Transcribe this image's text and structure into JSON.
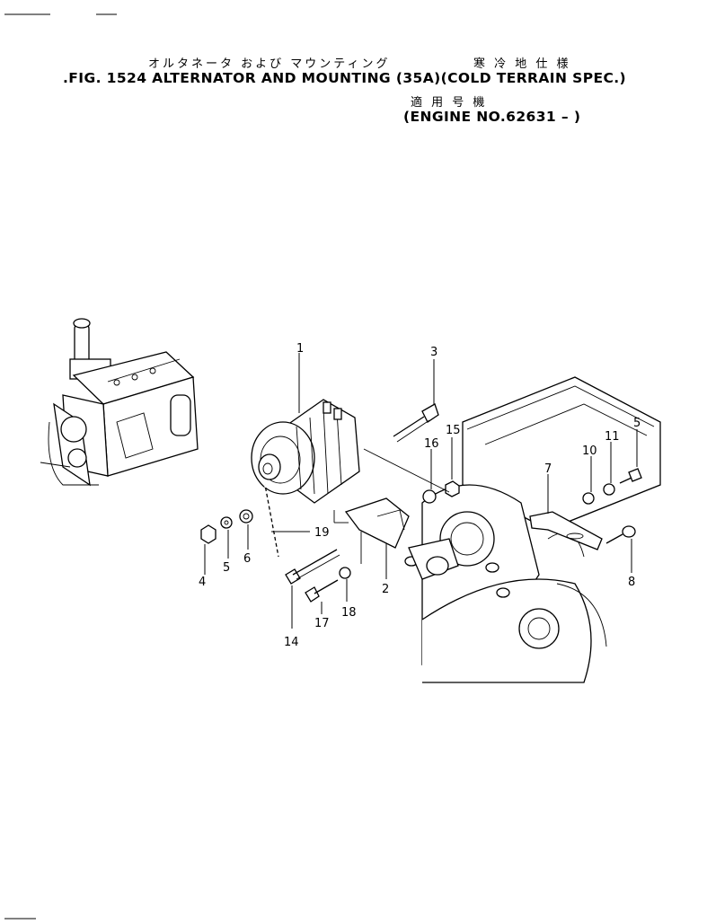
{
  "header": {
    "title_jp": "オルタネータ および マウンティング",
    "spec_jp": "寒 冷 地 仕 様",
    "title_en": ".FIG. 1524 ALTERNATOR AND MOUNTING (35A)(COLD TERRAIN SPEC.)",
    "applicable_jp": "適 用 号 機",
    "engine_no": "(ENGINE NO.62631 – )"
  },
  "callouts": {
    "c1": "1",
    "c2": "2",
    "c3": "3",
    "c4": "4",
    "c5a": "5",
    "c5b": "5",
    "c6": "6",
    "c7": "7",
    "c8": "8",
    "c10": "10",
    "c11": "11",
    "c14": "14",
    "c15": "15",
    "c16": "16",
    "c17": "17",
    "c18": "18",
    "c19": "19"
  }
}
